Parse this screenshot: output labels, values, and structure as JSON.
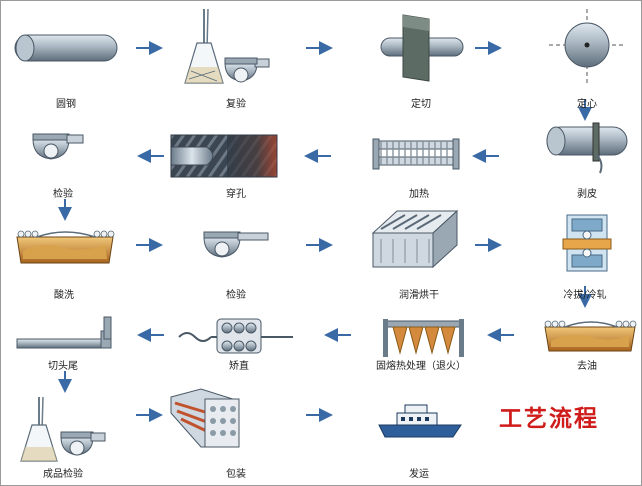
{
  "title": "工艺流程",
  "steps": [
    {
      "label": "圆钢",
      "icon": "round-steel-bar-icon"
    },
    {
      "label": "复验",
      "icon": "re-inspection-icon"
    },
    {
      "label": "定切",
      "icon": "cutting-icon"
    },
    {
      "label": "定心",
      "icon": "centering-icon"
    },
    {
      "label": "剥皮",
      "icon": "peeling-icon"
    },
    {
      "label": "加热",
      "icon": "heating-icon"
    },
    {
      "label": "穿孔",
      "icon": "piercing-icon"
    },
    {
      "label": "检验",
      "icon": "inspection-icon"
    },
    {
      "label": "酸洗",
      "icon": "pickling-tank-icon"
    },
    {
      "label": "检验",
      "icon": "inspection-icon"
    },
    {
      "label": "润滑烘干",
      "icon": "lubrication-drying-icon"
    },
    {
      "label": "冷拔/冷轧",
      "icon": "cold-drawing-rolling-icon"
    },
    {
      "label": "去油",
      "icon": "degreasing-tank-icon"
    },
    {
      "label": "固熔热处理（退火）",
      "icon": "annealing-furnace-icon"
    },
    {
      "label": "矫直",
      "icon": "straightening-icon"
    },
    {
      "label": "切头尾",
      "icon": "end-cutting-icon"
    },
    {
      "label": "成品检验",
      "icon": "final-inspection-icon"
    },
    {
      "label": "包装",
      "icon": "packaging-icon"
    },
    {
      "label": "发运",
      "icon": "shipping-icon"
    }
  ],
  "colors": {
    "arrow": "#3a6aa5",
    "title": "#d01b1b",
    "steel": "#8a9cab",
    "copper": "#c58b3a"
  }
}
